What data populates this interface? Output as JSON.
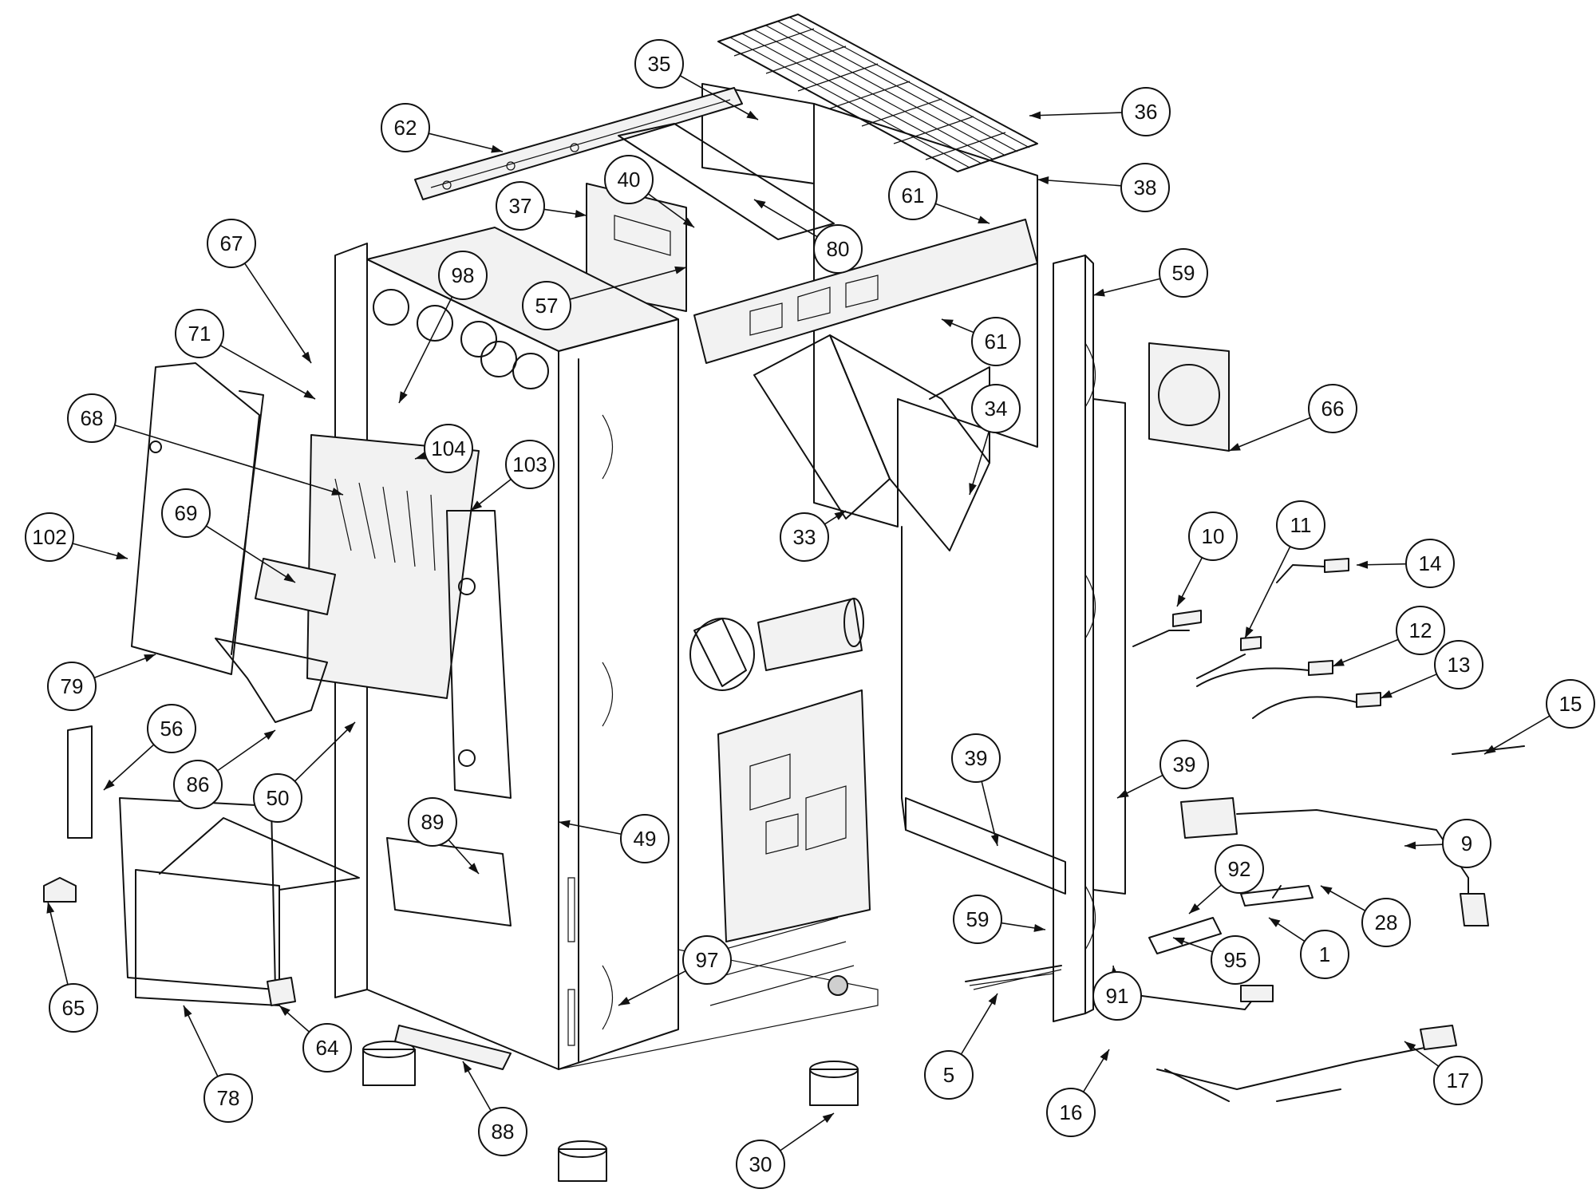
{
  "diagram": {
    "type": "exploded-parts-diagram",
    "line_color": "#111111",
    "background": "#ffffff",
    "callouts": [
      {
        "label": "35"
      },
      {
        "label": "36"
      },
      {
        "label": "62"
      },
      {
        "label": "38"
      },
      {
        "label": "40"
      },
      {
        "label": "37"
      },
      {
        "label": "61"
      },
      {
        "label": "67"
      },
      {
        "label": "80"
      },
      {
        "label": "98"
      },
      {
        "label": "59"
      },
      {
        "label": "57"
      },
      {
        "label": "61"
      },
      {
        "label": "71"
      },
      {
        "label": "66"
      },
      {
        "label": "34"
      },
      {
        "label": "68"
      },
      {
        "label": "104"
      },
      {
        "label": "103"
      },
      {
        "label": "69"
      },
      {
        "label": "102"
      },
      {
        "label": "10"
      },
      {
        "label": "11"
      },
      {
        "label": "14"
      },
      {
        "label": "33"
      },
      {
        "label": "12"
      },
      {
        "label": "13"
      },
      {
        "label": "79"
      },
      {
        "label": "15"
      },
      {
        "label": "56"
      },
      {
        "label": "39"
      },
      {
        "label": "39"
      },
      {
        "label": "86"
      },
      {
        "label": "50"
      },
      {
        "label": "89"
      },
      {
        "label": "49"
      },
      {
        "label": "9"
      },
      {
        "label": "92"
      },
      {
        "label": "59"
      },
      {
        "label": "28"
      },
      {
        "label": "1"
      },
      {
        "label": "95"
      },
      {
        "label": "97"
      },
      {
        "label": "65"
      },
      {
        "label": "91"
      },
      {
        "label": "64"
      },
      {
        "label": "5"
      },
      {
        "label": "17"
      },
      {
        "label": "78"
      },
      {
        "label": "16"
      },
      {
        "label": "88"
      },
      {
        "label": "30"
      }
    ]
  }
}
